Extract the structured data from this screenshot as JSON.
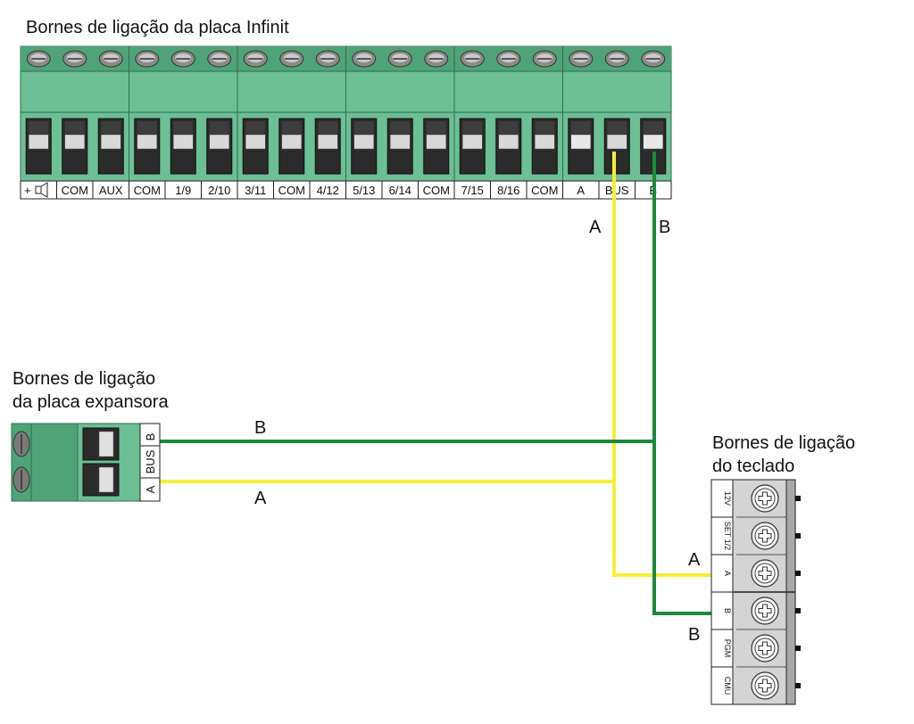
{
  "titles": {
    "main_board": "Bornes de ligação da placa Infinit",
    "expansion_line1": "Bornes de ligação",
    "expansion_line2": "da placa expansora",
    "keypad_line1": "Bornes de ligação",
    "keypad_line2": "do teclado"
  },
  "main_terminals": [
    "+",
    "COM",
    "AUX",
    "COM",
    "1/9",
    "2/10",
    "3/11",
    "COM",
    "4/12",
    "5/13",
    "6/14",
    "COM",
    "7/15",
    "8/16",
    "COM",
    "A",
    "BUS",
    "B"
  ],
  "expansion_terminals": [
    "B",
    "BUS",
    "A"
  ],
  "keypad_terminals": [
    "12V",
    "SET 1/2",
    "A",
    "B",
    "PGM",
    "CMU"
  ],
  "wire_labels": {
    "main_a": "A",
    "main_b": "B",
    "exp_b": "B",
    "exp_a": "A",
    "keypad_a": "A",
    "keypad_b": "B"
  },
  "colors": {
    "terminal_green": "#6dbf96",
    "terminal_green_dark": "#4fa378",
    "wire_a": "#f5ef3a",
    "wire_b": "#1a8a3c",
    "keypad_body": "#d4d4d4"
  }
}
